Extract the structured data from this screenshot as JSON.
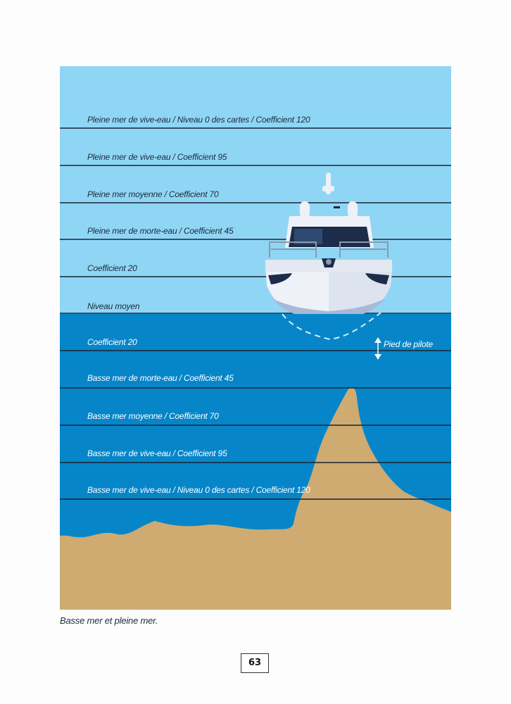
{
  "diagram": {
    "levels_above": [
      "Pleine mer de vive-eau / Niveau 0 des cartes / Coefficient 120",
      "Pleine mer de vive-eau / Coefficient 95",
      "Pleine mer moyenne / Coefficient 70",
      "Pleine mer de morte-eau / Coefficient 45",
      "Coefficient 20",
      "Niveau moyen"
    ],
    "levels_below": [
      "Coefficient 20",
      "Basse mer de morte-eau / Coefficient 45",
      "Basse mer moyenne / Coefficient 70",
      "Basse mer de vive-eau / Coefficient 95",
      "Basse mer de vive-eau / Niveau 0 des cartes / Coefficient 120"
    ],
    "pilot_label": "Pied de pilote",
    "colors": {
      "sky": "#8fd6f5",
      "sea": "#0686c9",
      "seabed": "#cfab72",
      "line": "#1b2333",
      "boat_hull": "#eef2f8"
    },
    "icons": [
      "boat-icon",
      "double-arrow-icon"
    ]
  },
  "caption": "Basse mer et pleine mer.",
  "page_number": "63"
}
